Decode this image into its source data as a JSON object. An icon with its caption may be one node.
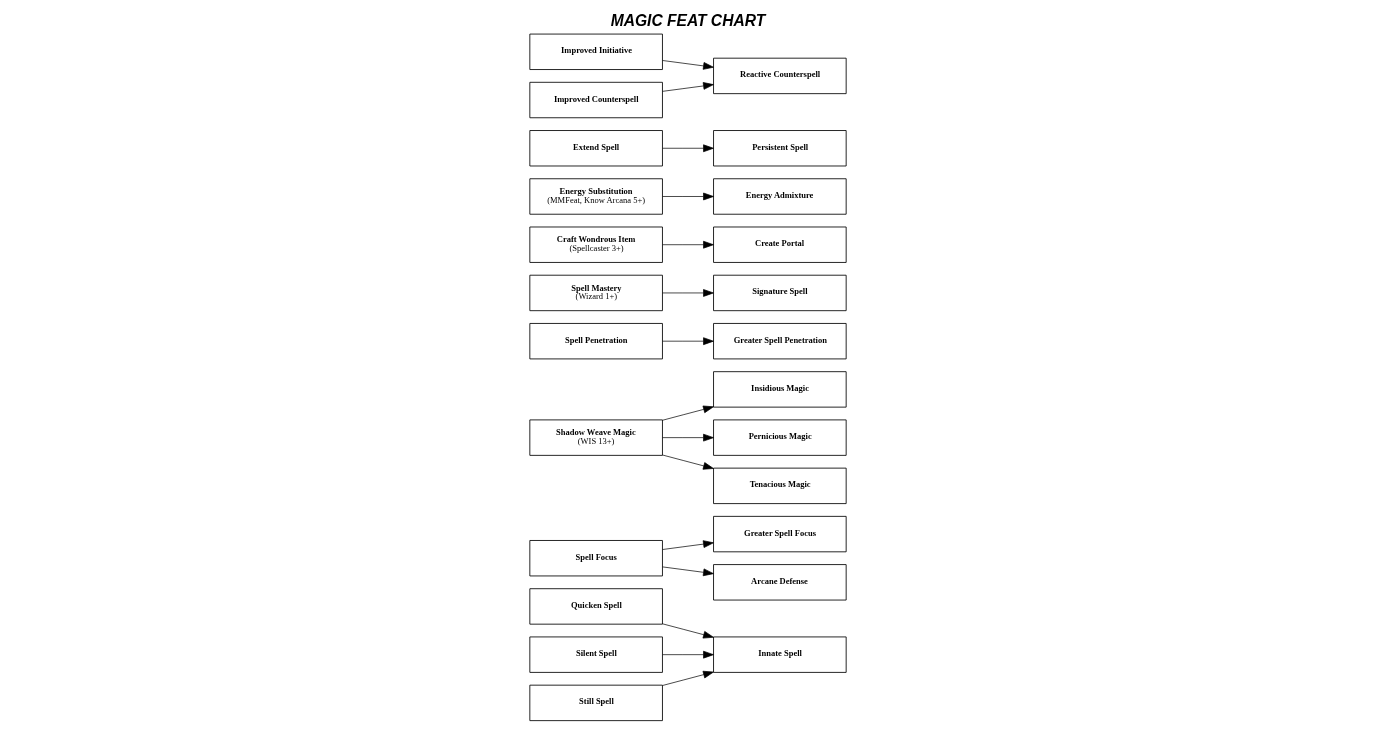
{
  "diagram": {
    "title": "MAGIC FEAT CHART",
    "nodes": [
      {
        "text": [
          "Quicken Spell"
        ]
      },
      {
        "text": [
          "Silent Spell"
        ]
      },
      {
        "text": [
          "Still Spell"
        ]
      },
      {
        "text": [
          "Innate Spell"
        ]
      },
      {
        "text": [
          "Spell Focus"
        ]
      },
      {
        "text": [
          "Greater Spell Focus"
        ]
      },
      {
        "text": [
          "Arcane Defense"
        ]
      },
      {
        "text": [
          "Shadow Weave Magic",
          "(WIS 13+)"
        ]
      },
      {
        "text": [
          "Insidious Magic"
        ]
      },
      {
        "text": [
          "Pernicious Magic"
        ]
      },
      {
        "text": [
          "Tenacious Magic"
        ]
      },
      {
        "text": [
          "Spell Penetration"
        ]
      },
      {
        "text": [
          "Greater Spell Penetration"
        ]
      },
      {
        "text": [
          "Spell Mastery",
          "(Wizard 1+)"
        ]
      },
      {
        "text": [
          "Signature Spell"
        ]
      },
      {
        "text": [
          "Craft Wondrous Item",
          "(Spellcaster 3+)"
        ]
      },
      {
        "text": [
          "Create Portal"
        ]
      },
      {
        "text": [
          "Energy Substitution",
          "(MMFeat, Know Arcana 5+)"
        ]
      },
      {
        "text": [
          "Energy Admixture"
        ]
      },
      {
        "text": [
          "Extend Spell"
        ]
      },
      {
        "text": [
          "Persistent Spell"
        ]
      },
      {
        "text": [
          "Improved Initiative"
        ]
      },
      {
        "text": [
          "Improved Counterspell"
        ]
      },
      {
        "text": [
          "Reactive Counterspell"
        ]
      }
    ],
    "edges": [
      {
        "from": 0,
        "to": 3,
        "arrow": "to"
      },
      {
        "from": 1,
        "to": 3,
        "arrow": "to"
      },
      {
        "from": 2,
        "to": 3,
        "arrow": "to"
      },
      {
        "from": 4,
        "to": 5,
        "arrow": "to"
      },
      {
        "from": 4,
        "to": 6,
        "arrow": "to"
      },
      {
        "from": 7,
        "to": 8,
        "arrow": "to"
      },
      {
        "from": 7,
        "to": 9,
        "arrow": "to"
      },
      {
        "from": 7,
        "to": 10,
        "arrow": "to"
      },
      {
        "from": 11,
        "to": 12,
        "arrow": "to"
      },
      {
        "from": 13,
        "to": 14,
        "arrow": "to"
      },
      {
        "from": 15,
        "to": 16,
        "arrow": "to"
      },
      {
        "from": 17,
        "to": 18,
        "arrow": "to"
      },
      {
        "from": 19,
        "to": 20,
        "arrow": "to"
      },
      {
        "from": 21,
        "to": 23,
        "arrow": "to"
      },
      {
        "from": 22,
        "to": 23,
        "arrow": "to"
      }
    ]
  }
}
